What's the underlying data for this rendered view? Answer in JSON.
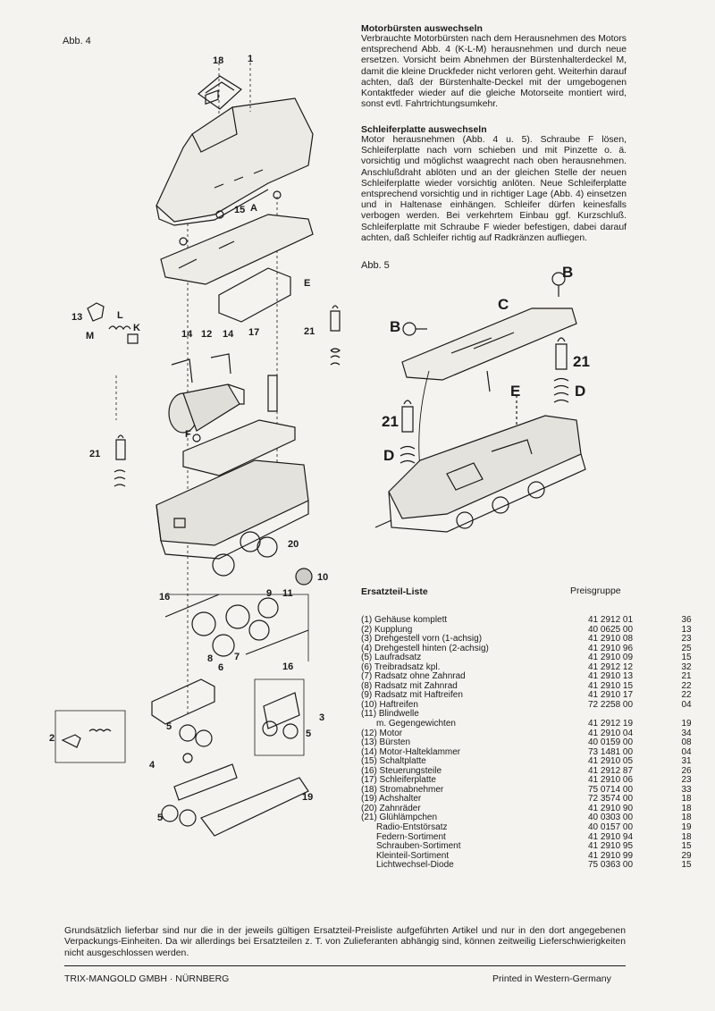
{
  "figures": {
    "abb4": "Abb. 4",
    "abb5": "Abb. 5",
    "abb4_callouts": [
      "18",
      "1",
      "15",
      "A",
      "E",
      "13",
      "L",
      "K",
      "M",
      "14",
      "12",
      "14",
      "17",
      "21",
      "F",
      "21",
      "20",
      "10",
      "16",
      "9",
      "11",
      "8",
      "7",
      "6",
      "16",
      "2",
      "5",
      "3",
      "5",
      "4",
      "5",
      "19"
    ],
    "abb5_callouts": [
      "B",
      "C",
      "B",
      "21",
      "D",
      "E",
      "21",
      "D"
    ]
  },
  "section1": {
    "heading": "Motorbürsten auswechseln",
    "body": "Verbrauchte Motorbürsten nach dem Herausnehmen des Motors entsprechend Abb. 4 (K-L-M) herausnehmen und durch neue ersetzen. Vorsicht beim Abnehmen der Bürstenhalterdeckel M, damit die kleine Druckfeder nicht verloren geht. Weiterhin darauf achten, daß der Bürstenhalte-Deckel mit der umgebogenen Kontaktfeder wieder auf die gleiche Motorseite montiert wird, sonst evtl. Fahrtrichtungsumkehr."
  },
  "section2": {
    "heading": "Schleiferplatte auswechseln",
    "body": "Motor herausnehmen (Abb. 4 u. 5). Schraube F lösen, Schleiferplatte nach vorn schieben und mit Pinzette o. ä. vorsichtig und möglichst waagrecht nach oben herausnehmen. Anschlußdraht ablöten und an der gleichen Stelle der neuen Schleiferplatte wieder vorsichtig anlöten. Neue Schleiferplatte entsprechend vorsichtig und in richtiger Lage (Abb. 4) einsetzen und in Haltenase einhängen. Schleifer dürfen keinesfalls verbogen werden. Bei verkehrtem Einbau ggf. Kurzschluß. Schleiferplatte mit Schraube F wieder befestigen, dabei darauf achten, daß Schleifer richtig auf Radkränzen aufliegen."
  },
  "parts_list": {
    "title": "Ersatzteil-Liste",
    "group_header": "Preisgruppe",
    "rows": [
      {
        "name": "(1) Gehäuse komplett",
        "number": "41 2912 01",
        "group": "36"
      },
      {
        "name": "(2) Kupplung",
        "number": "40 0625 00",
        "group": "13"
      },
      {
        "name": "(3) Drehgestell vorn (1-achsig)",
        "number": "41 2910 08",
        "group": "23"
      },
      {
        "name": "(4) Drehgestell hinten (2-achsig)",
        "number": "41 2910 96",
        "group": "25"
      },
      {
        "name": "(5) Laufradsatz",
        "number": "41 2910 09",
        "group": "15"
      },
      {
        "name": "(6) Treibradsatz kpl.",
        "number": "41 2912 12",
        "group": "32"
      },
      {
        "name": "(7) Radsatz ohne Zahnrad",
        "number": "41 2910 13",
        "group": "21"
      },
      {
        "name": "(8) Radsatz mit Zahnrad",
        "number": "41 2910 15",
        "group": "22"
      },
      {
        "name": "(9) Radsatz mit Haftreifen",
        "number": "41 2910 17",
        "group": "22"
      },
      {
        "name": "(10) Haftreifen",
        "number": "72 2258 00",
        "group": "04"
      },
      {
        "name": "(11) Blindwelle",
        "number": "",
        "group": ""
      },
      {
        "name": "m. Gegengewichten",
        "number": "41 2912 19",
        "group": "19",
        "indent": true
      },
      {
        "name": "(12) Motor",
        "number": "41 2910 04",
        "group": "34"
      },
      {
        "name": "(13) Bürsten",
        "number": "40 0159 00",
        "group": "08"
      },
      {
        "name": "(14) Motor-Halteklammer",
        "number": "73 1481 00",
        "group": "04"
      },
      {
        "name": "(15) Schaltplatte",
        "number": "41 2910 05",
        "group": "31"
      },
      {
        "name": "(16) Steuerungsteile",
        "number": "41 2912 87",
        "group": "26"
      },
      {
        "name": "(17) Schleiferplatte",
        "number": "41 2910 06",
        "group": "23"
      },
      {
        "name": "(18) Stromabnehmer",
        "number": "75 0714 00",
        "group": "33"
      },
      {
        "name": "(19) Achshalter",
        "number": "72 3574 00",
        "group": "18"
      },
      {
        "name": "(20) Zahnräder",
        "number": "41 2910 90",
        "group": "18"
      },
      {
        "name": "(21) Glühlämpchen",
        "number": "40 0303 00",
        "group": "18"
      },
      {
        "name": "Radio-Entstörsatz",
        "number": "40 0157 00",
        "group": "19",
        "indent": true
      },
      {
        "name": "Federn-Sortiment",
        "number": "41 2910 94",
        "group": "18",
        "indent": true
      },
      {
        "name": "Schrauben-Sortiment",
        "number": "41 2910 95",
        "group": "15",
        "indent": true
      },
      {
        "name": "Kleinteil-Sortiment",
        "number": "41 2910 99",
        "group": "29",
        "indent": true
      },
      {
        "name": "Lichtwechsel-Diode",
        "number": "75 0363 00",
        "group": "15",
        "indent": true
      }
    ]
  },
  "footer": {
    "notice": "Grundsätzlich lieferbar sind nur die in der jeweils gültigen Ersatzteil-Preisliste aufgeführten Artikel und nur in den dort angegebenen Verpackungs-Einheiten. Da wir allerdings bei Ersatzteilen z. T. von Zulieferanten abhängig sind, können zeitweilig Lieferschwierigkeiten nicht ausgeschlossen werden.",
    "company": "TRIX-MANGOLD GMBH · NÜRNBERG",
    "printed": "Printed in Western-Germany"
  }
}
